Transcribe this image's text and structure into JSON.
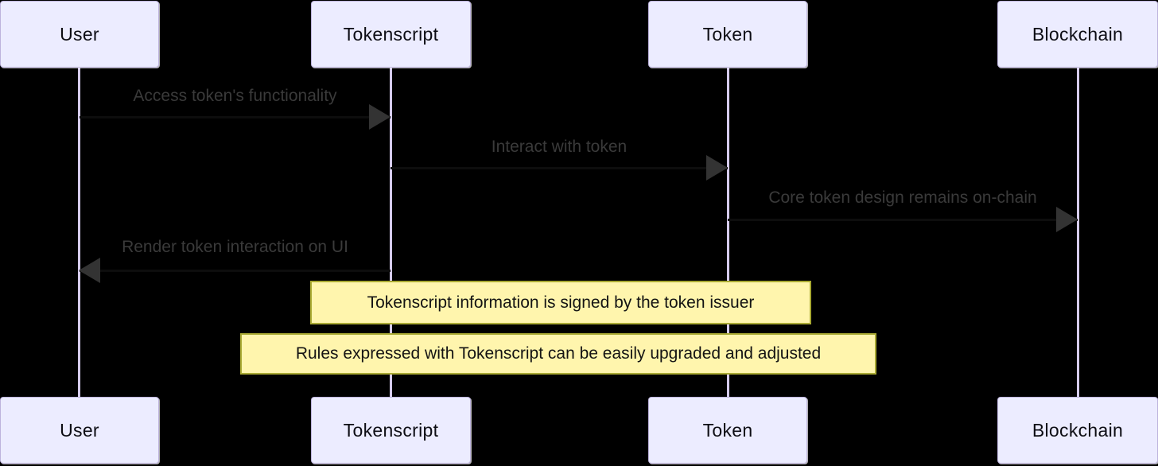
{
  "diagram_type": "sequence-diagram",
  "colors": {
    "background": "#000000",
    "actor_fill": "#ececff",
    "actor_border": "#bdb3dd",
    "lifeline": "#d5cbec",
    "message_text": "#3a3a3a",
    "arrowhead": "#333333",
    "note_fill": "#fff5ad",
    "note_border": "#aaaa33"
  },
  "actors": [
    {
      "label": "User"
    },
    {
      "label": "Tokenscript"
    },
    {
      "label": "Token"
    },
    {
      "label": "Blockchain"
    }
  ],
  "messages": [
    {
      "text": "Access token's functionality",
      "from": "User",
      "to": "Tokenscript",
      "direction": "right"
    },
    {
      "text": "Interact with token",
      "from": "Tokenscript",
      "to": "Token",
      "direction": "right"
    },
    {
      "text": "Core token design remains on-chain",
      "from": "Token",
      "to": "Blockchain",
      "direction": "right"
    },
    {
      "text": "Render token interaction on UI",
      "from": "Tokenscript",
      "to": "User",
      "direction": "left"
    }
  ],
  "notes": [
    {
      "text": "Tokenscript information is signed by the token issuer",
      "over": "Tokenscript, Token"
    },
    {
      "text": "Rules expressed with Tokenscript can be easily upgraded and adjusted",
      "over": "Tokenscript, Token"
    }
  ]
}
